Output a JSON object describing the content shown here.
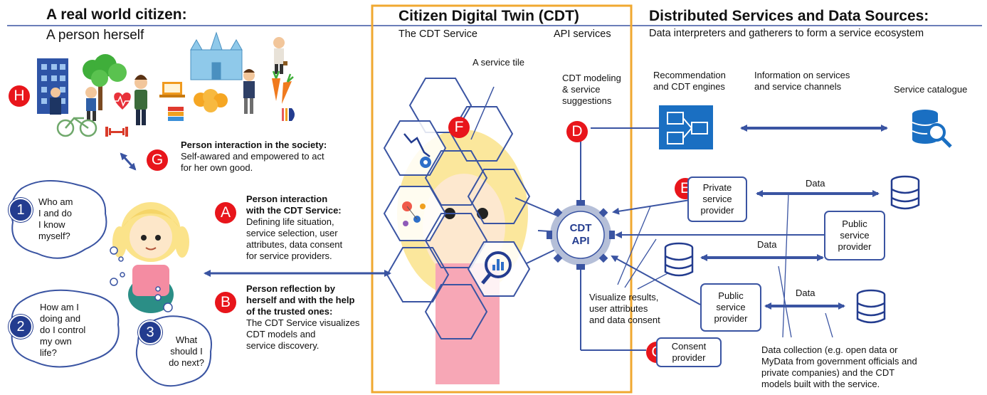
{
  "left": {
    "title": "A real world citizen:",
    "subtitle": "A person herself",
    "society": {
      "title": "Person interaction in the society:",
      "text": "Self-awared and empowered to act\nfor her own good."
    },
    "a": {
      "title": "Person interaction\nwith the CDT Service:",
      "text": "Defining life situation,\nservice selection, user\nattributes, data consent\nfor service providers."
    },
    "b": {
      "title": "Person reflection by\nherself and with the help\nof the trusted ones:",
      "text": "The CDT Service visualizes\nCDT models and\nservice discovery."
    },
    "thoughts": [
      {
        "num": "1",
        "text": "Who am\nI and do\nI know\nmyself?"
      },
      {
        "num": "2",
        "text": "How am I\ndoing and\ndo I control\nmy own\nlife?"
      },
      {
        "num": "3",
        "text": "What\nshould I\ndo next?"
      }
    ]
  },
  "middle": {
    "title": "Citizen Digital Twin (CDT)",
    "service_label": "The CDT Service",
    "api_label": "API services",
    "tile_label": "A service tile",
    "api_center": "CDT\nAPI",
    "modeling": "CDT modeling\n& service\nsuggestions",
    "visualize": "Visualize results,\nuser attributes\nand data consent"
  },
  "right": {
    "title": "Distributed Services and Data Sources:",
    "subtitle": "Data interpreters and gatherers to form a service ecosystem",
    "engines": "Recommendation\nand CDT engines",
    "info": "Information on services\nand service channels",
    "catalogue": "Service catalogue",
    "private_provider": "Private\nservice\nprovider",
    "public_provider_1": "Public\nservice\nprovider",
    "public_provider_2": "Public\nservice\nprovider",
    "consent_provider": "Consent\nprovider",
    "data_label": "Data",
    "collection": "Data collection (e.g. open data or\nMyData from government officials and\nprivate companies) and the CDT\nmodels built with the service."
  },
  "markers": [
    "A",
    "B",
    "C",
    "D",
    "E",
    "F",
    "G",
    "H"
  ],
  "colors": {
    "marker": "#e8151b",
    "number": "#233c8f",
    "frame": "#f0a830",
    "arrow": "#3a54a2",
    "engine": "#1a6fc2"
  },
  "icons": [
    "city-icon",
    "heart-icon",
    "laptop-icon",
    "brain-icon",
    "carrot-icon",
    "book-icon",
    "bicycle-icon",
    "dumbbell-icon",
    "database-icon",
    "search-database-icon",
    "engine-icon",
    "person-icon"
  ]
}
